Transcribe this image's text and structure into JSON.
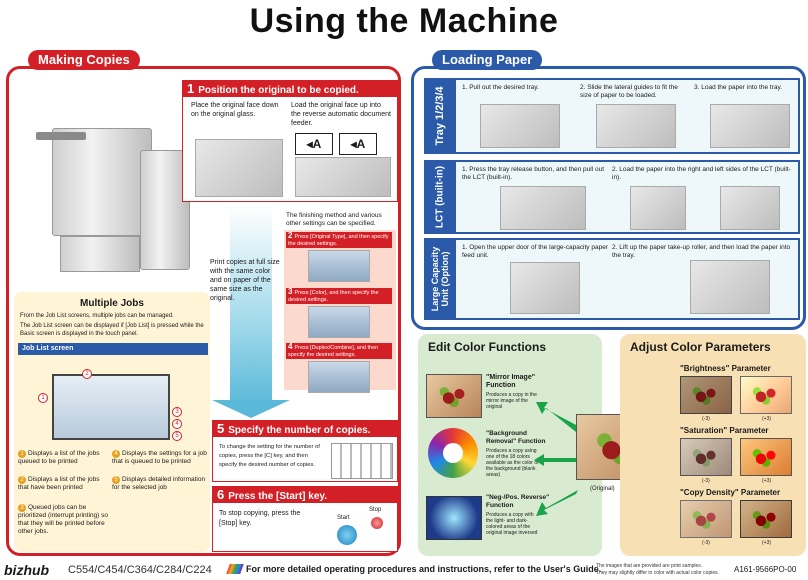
{
  "page": {
    "title": "Using the Machine"
  },
  "making_copies": {
    "tab": "Making Copies",
    "step1": {
      "number": "1",
      "title": "Position the original to be copied.",
      "glass": "Place the original face down on the original glass.",
      "adf": "Load the original face up into the reverse automatic document feeder.",
      "icon_a": "A"
    },
    "finishing_note": "The finishing method and various other settings can be specified.",
    "step2": {
      "number": "2",
      "text": "Press [Original Type], and then specify the desired settings."
    },
    "step3": {
      "number": "3",
      "text": "Press [Color], and then specify the desired settings."
    },
    "step4": {
      "number": "4",
      "text": "Press [Duplex/Combine], and then specify the desired settings."
    },
    "center_note": "Print copies at full size with the same color and on paper of the same size as the original.",
    "step5": {
      "number": "5",
      "title": "Specify the number of copies.",
      "text": "To change the setting for the number of copies, press the [C] key, and then specify the desired number of copies."
    },
    "step6": {
      "number": "6",
      "title": "Press the [Start] key.",
      "text": "To stop copying, press the [Stop] key.",
      "start": "Start",
      "stop": "Stop"
    }
  },
  "multiple_jobs": {
    "title": "Multiple Jobs",
    "line1": "From the Job List screens, multiple jobs can be managed.",
    "line2": "The Job List screen can be displayed if [Job List] is pressed while the Basic screen is displayed in the touch panel.",
    "screen_label": "Job List screen",
    "items": [
      {
        "num": "1",
        "text": "Displays a list of the jobs queued to be printed"
      },
      {
        "num": "2",
        "text": "Displays a list of the jobs that have been printed"
      },
      {
        "num": "3",
        "text": "Queued jobs can be prioritized (interrupt printing) so that they will be printed before other jobs."
      },
      {
        "num": "4",
        "text": "Displays the settings for a job that is queued to be printed"
      },
      {
        "num": "5",
        "text": "Displays detailed information for the selected job"
      }
    ]
  },
  "loading_paper": {
    "tab": "Loading Paper",
    "rows": [
      {
        "label": "Tray 1/2/3/4",
        "steps": [
          "1. Pull out the desired tray.",
          "2. Slide the lateral guides to fit the size of paper to be loaded.",
          "3. Load the paper into the tray."
        ]
      },
      {
        "label": "LCT (built-in)",
        "steps": [
          "1. Press the tray release button, and then pull out the LCT (built-in).",
          "2. Load the paper into the right and left sides of the LCT (built-in)."
        ]
      },
      {
        "label": "Large Capacity Unit (Option)",
        "steps": [
          "1. Open the upper door of the large-capacity paper feed unit.",
          "2. Lift up the paper take-up roller, and then load the paper into the tray."
        ]
      }
    ]
  },
  "edit_color": {
    "title": "Edit Color Functions",
    "functions": [
      {
        "name": "\"Mirror Image\" Function",
        "desc": "Produces a copy in the mirror image of the original"
      },
      {
        "name": "\"Background Removal\" Function",
        "desc": "Produces a copy using one of the 18 colors available as the color of the background (blank areas)"
      },
      {
        "name": "\"Neg-/Pos. Reverse\" Function",
        "desc": "Produces a copy with the light- and dark-colored areas of the original image inversed"
      }
    ],
    "original_label": "(Original)"
  },
  "adjust_color": {
    "title": "Adjust Color Parameters",
    "params": [
      {
        "name": "\"Brightness\" Parameter",
        "minus": "(-3)",
        "plus": "(+3)"
      },
      {
        "name": "\"Saturation\" Parameter",
        "minus": "(-3)",
        "plus": "(+3)"
      },
      {
        "name": "\"Copy Density\" Parameter",
        "minus": "(-3)",
        "plus": "(+3)"
      }
    ]
  },
  "footer": {
    "brand": "bizhub",
    "models": "C554/C454/C364/C284/C224",
    "note": "For more detailed operating procedures and instructions, refer to the User's Guide.",
    "disclaimer1": "The images that are provided are print samples.",
    "disclaimer2": "They may slightly differ in color with actual color copies.",
    "code": "A161-9566PO-00"
  },
  "colors": {
    "red": "#d32027",
    "blue": "#2a5aa8",
    "green_panel": "#d8ead0",
    "orange_panel": "#f7e0b4"
  }
}
